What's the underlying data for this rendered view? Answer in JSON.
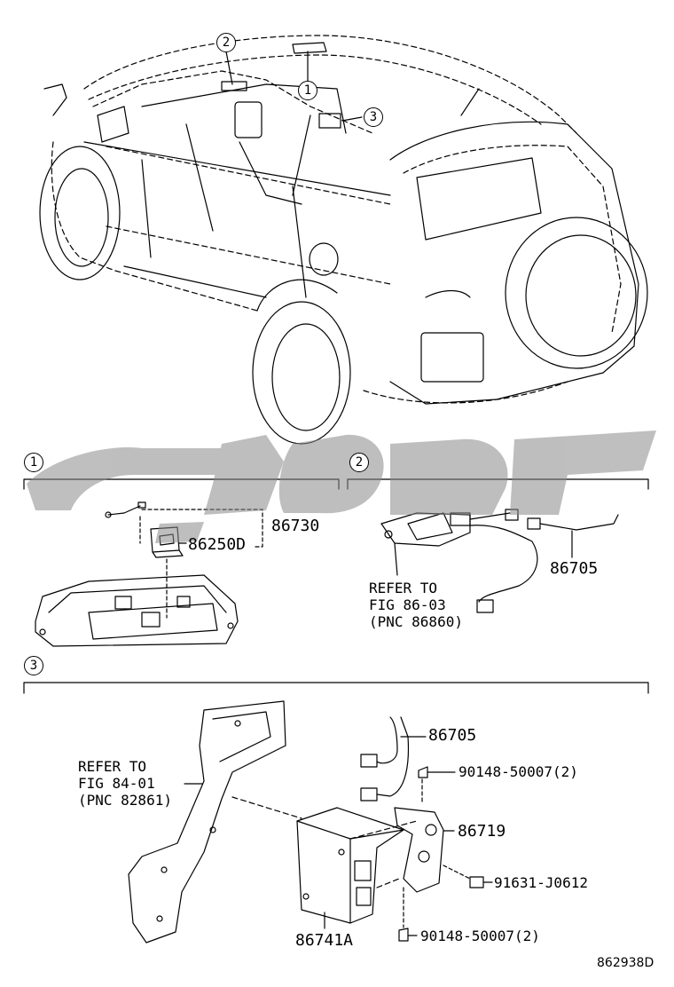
{
  "diagram_code": "862938D",
  "callouts": [
    "1",
    "2",
    "3"
  ],
  "section1": {
    "number": "1",
    "parts": {
      "a": "86730",
      "b": "86250D"
    }
  },
  "section2": {
    "number": "2",
    "refer": [
      "REFER TO",
      "FIG 86-03",
      "(PNC 86860)"
    ],
    "parts": {
      "a": "86705"
    }
  },
  "section3": {
    "number": "3",
    "refer": [
      "REFER TO",
      "FIG 84-01",
      "(PNC 82861)"
    ],
    "parts": {
      "a": "86705",
      "b": "90148-50007(2)",
      "c": "86719",
      "d": "91631-J0612",
      "e": "86741A",
      "f": "90148-50007(2)"
    }
  }
}
